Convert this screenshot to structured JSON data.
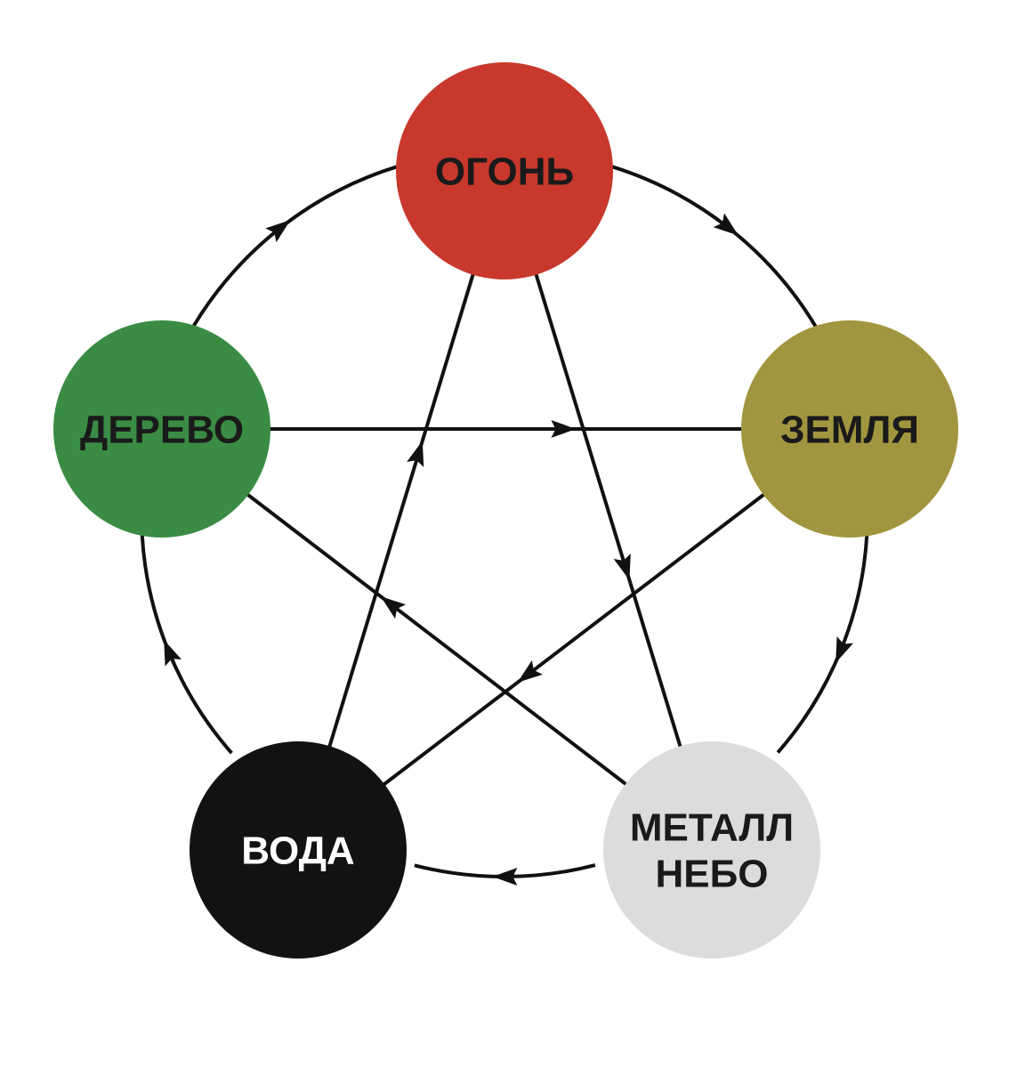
{
  "diagram": {
    "nodes": [
      {
        "id": "fire",
        "lines": [
          "ОГОНЬ"
        ],
        "fill": "#c8382c",
        "text_color": "#1a1a1a"
      },
      {
        "id": "earth",
        "lines": [
          "ЗЕМЛЯ"
        ],
        "fill": "#a1963f",
        "text_color": "#1a1a1a"
      },
      {
        "id": "metal",
        "lines": [
          "МЕТАЛЛ",
          "НЕБО"
        ],
        "fill": "#dcdcdc",
        "text_color": "#1a1a1a"
      },
      {
        "id": "water",
        "lines": [
          "ВОДА"
        ],
        "fill": "#121212",
        "text_color": "#ffffff"
      },
      {
        "id": "wood",
        "lines": [
          "ДЕРЕВО"
        ],
        "fill": "#3a8c44",
        "text_color": "#1a1a1a"
      }
    ],
    "generating_cycle": [
      {
        "from": "fire",
        "to": "earth"
      },
      {
        "from": "earth",
        "to": "metal"
      },
      {
        "from": "metal",
        "to": "water"
      },
      {
        "from": "water",
        "to": "wood"
      },
      {
        "from": "wood",
        "to": "fire"
      }
    ],
    "controlling_cycle": [
      {
        "from": "fire",
        "to": "metal"
      },
      {
        "from": "metal",
        "to": "wood"
      },
      {
        "from": "wood",
        "to": "earth"
      },
      {
        "from": "earth",
        "to": "water"
      },
      {
        "from": "water",
        "to": "fire"
      }
    ],
    "line_color": "#111111"
  }
}
